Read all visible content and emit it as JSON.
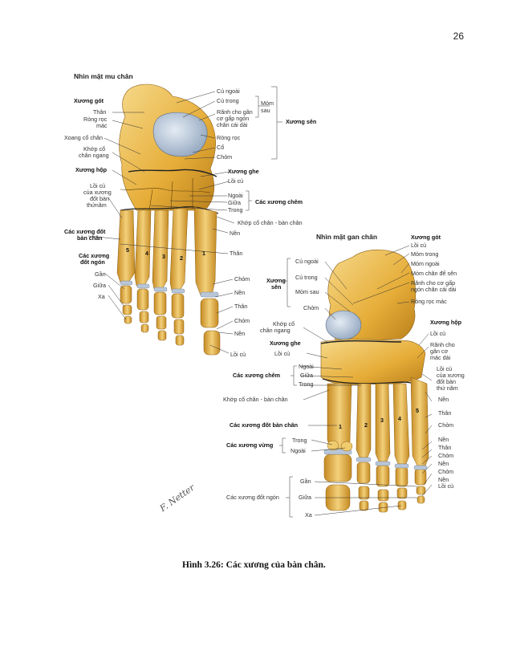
{
  "page": {
    "number": "26"
  },
  "figure": {
    "caption": "Hình 3.26: Các xương của bàn chân.",
    "signature": "F. Netter",
    "dorsal": {
      "title": "Nhìn mặt mu chân",
      "labels": {
        "cu_ngoai": "Củ ngoài",
        "cu_trong": "Củ trong",
        "ranh_1": "Rãnh cho gân",
        "ranh_2": "cơ gấp ngón",
        "ranh_3": "chân cái dài",
        "mom": "Mỏm",
        "sau": "sau",
        "xuong_sen": "Xương sên",
        "rong_roc": "Ròng rọc",
        "co": "Cổ",
        "chom": "Chỏm",
        "xuong_got": "Xương gót",
        "than": "Thân",
        "rong_roc_mac_1": "Ròng rọc",
        "rong_roc_mac_2": "mác",
        "xoang_co_chan": "Xoang cổ chân",
        "khop_co_1": "Khớp cổ",
        "khop_co_2": "chân ngang",
        "xuong_hop": "Xương hộp",
        "xuong_ghe": "Xương ghe",
        "loi_cu": "Lồi củ",
        "loi_cu_xuong_1": "Lồi củ",
        "loi_cu_xuong_2": "của xương",
        "loi_cu_xuong_3": "đốt bàn",
        "loi_cu_xuong_4": "thứnăm",
        "ngoai": "Ngoài",
        "giua": "Giữa",
        "trong": "Trong",
        "cac_xuong_chem": "Các xương chêm",
        "khop_co_chan_ban_chan": "Khớp cổ chân - bàn chân",
        "cac_xuong_dot_1": "Các xương đốt",
        "cac_xuong_dot_2": "bàn chân",
        "nen": "Nền",
        "than_2": "Thân",
        "cac_xuong_dot_ngon_1": "Các xương",
        "cac_xuong_dot_ngon_2": "đốt ngón",
        "gan": "Gần",
        "giua_2": "Giữa",
        "xa": "Xa",
        "chom_2": "Chỏm",
        "nen_2": "Nền",
        "than_3": "Thân",
        "chom_3": "Chỏm",
        "nen_3": "Nền",
        "loi_cu_2": "Lồi củ",
        "n1": "1",
        "n2": "2",
        "n3": "3",
        "n4": "4",
        "n5": "5"
      }
    },
    "plantar": {
      "title": "Nhìn mặt gan chân",
      "labels": {
        "xuong_got": "Xương gót",
        "loi_cu": "Lồi củ",
        "mom_trong": "Mỏm trong",
        "mom_ngoai": "Mỏm ngoài",
        "mom_chan_de_sen": "Mỏm chân đế sên",
        "ranh_1": "Rãnh cho cơ gấp",
        "ranh_2": "ngón chân cái dài",
        "rong_roc_mac": "Ròng rọc mác",
        "cu_ngoai": "Củ ngoài",
        "cu_trong": "Củ trong",
        "mom_sau": "Mỏm sau",
        "chom": "Chỏm",
        "xuong_1": "Xương",
        "xuong_2": "sên",
        "khop_co_1": "Khớp cổ",
        "khop_co_2": "chân ngang",
        "xuong_hop": "Xương hộp",
        "loi_cu_2": "Lồi củ",
        "ranh_cho_1": "Rãnh cho",
        "ranh_cho_2": "gân cơ",
        "ranh_cho_3": "mác dài",
        "xuong_ghe": "Xương ghe",
        "loi_cu_3": "Lồi củ",
        "ngoai": "Ngoài",
        "giua": "Giữa",
        "trong": "Trong",
        "cac_xuong_chem": "Các xương chêm",
        "loi_cu_xuong_1": "Lồi củ",
        "loi_cu_xuong_2": "của xương",
        "loi_cu_xuong_3": "đốt bàn",
        "loi_cu_xuong_4": "thứ năm",
        "khop_co_chan_ban_chan": "Khớp cổ chân - bàn chân",
        "nen": "Nền",
        "than": "Thân",
        "cac_xuong_dot_ban_chan": "Các xương đốt bàn chân",
        "chom_2": "Chỏm",
        "cac_xuong_vung": "Các xương vừng",
        "trong_2": "Trong",
        "ngoai_2": "Ngoài",
        "nen_2": "Nền",
        "than_2": "Thân",
        "chom_3": "Chỏm",
        "nen_3": "Nền",
        "chom_4": "Chỏm",
        "nen_4": "Nền",
        "loi_cu_4": "Lồi củ",
        "gan": "Gần",
        "giua_2": "Giữa",
        "xa": "Xa",
        "cac_xuong_dot_ngon": "Các xương đốt ngón",
        "n1": "1",
        "n2": "2",
        "n3": "3",
        "n4": "4",
        "n5": "5"
      }
    }
  },
  "colors": {
    "bone": "#e8b23c",
    "bone_light": "#f4d27a",
    "bone_dark": "#b9801c",
    "cartilage": "#b8c6d8",
    "line": "#333333"
  }
}
